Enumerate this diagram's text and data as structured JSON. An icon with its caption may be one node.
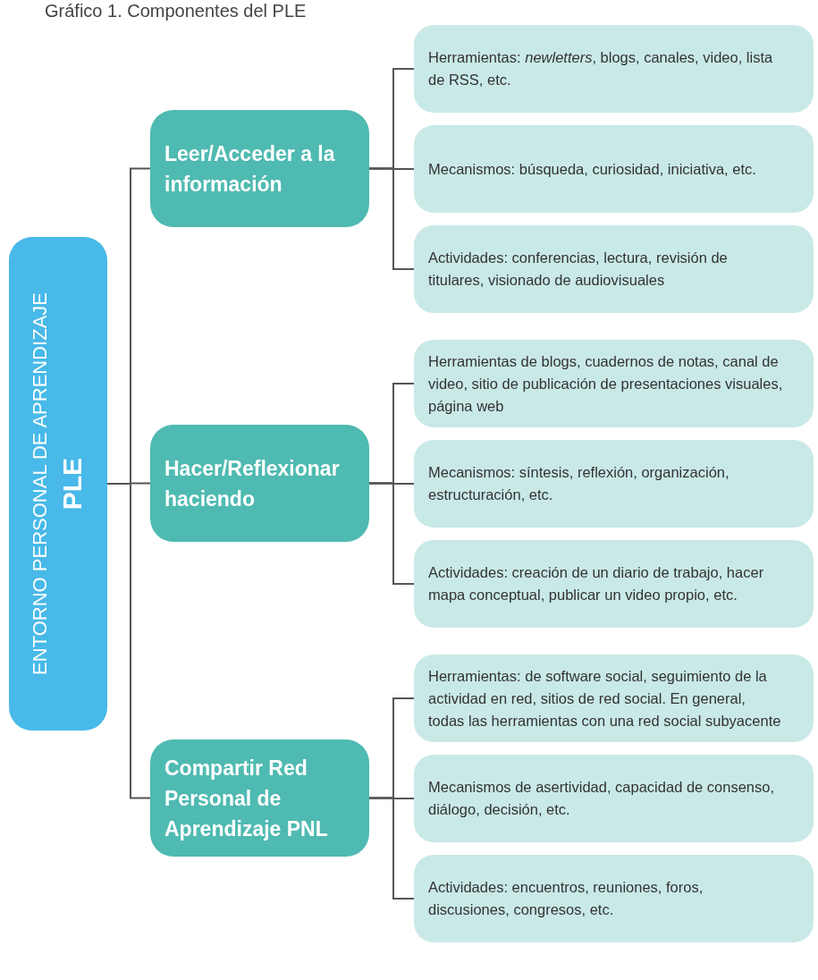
{
  "diagram": {
    "title": "Gráfico 1. Componentes del PLE",
    "nodes": [
      {
        "text": [
          "ENTORNO PERSONAL DE APRENDIZAJE",
          "PLE"
        ]
      },
      {
        "text": [
          "Leer/Acceder a la información"
        ]
      },
      {
        "text": [
          "Herramientas: *newletters*, blogs, canales, video, lista de RSS, etc."
        ]
      },
      {
        "text": [
          "Mecanismos: búsqueda, curiosidad, iniciativa, etc."
        ]
      },
      {
        "text": [
          "Actividades: conferencias, lectura, revisión de titulares, visionado de audiovisuales"
        ]
      },
      {
        "text": [
          "Hacer/Reflexionar haciendo"
        ]
      },
      {
        "text": [
          "Herramientas de blogs, cuadernos de notas, canal de video, sitio de publicación de presentaciones visuales, página web"
        ]
      },
      {
        "text": [
          "Mecanismos: síntesis, reflexión, organización, estructuración, etc."
        ]
      },
      {
        "text": [
          "Actividades: creación de un diario de trabajo, hacer mapa conceptual, publicar un video propio, etc."
        ]
      },
      {
        "text": [
          "Compartir Red Personal de Aprendizaje PNL"
        ]
      },
      {
        "text": [
          "Herramientas: de software social, seguimiento de la actividad en red, sitios de red social. En general, todas las herramientas con una red social subyacente"
        ]
      },
      {
        "text": [
          "Mecanismos de asertividad, capacidad de consenso, diálogo, decisión, etc."
        ]
      },
      {
        "text": [
          "Actividades: encuentros, reuniones, foros, discusiones, congresos, etc."
        ]
      }
    ],
    "edges": [
      {
        "from": 0,
        "to": 1,
        "arrow": "none"
      },
      {
        "from": 0,
        "to": 5,
        "arrow": "none"
      },
      {
        "from": 0,
        "to": 9,
        "arrow": "none"
      },
      {
        "from": 1,
        "to": 2,
        "arrow": "none"
      },
      {
        "from": 1,
        "to": 3,
        "arrow": "none"
      },
      {
        "from": 1,
        "to": 4,
        "arrow": "none"
      },
      {
        "from": 5,
        "to": 6,
        "arrow": "none"
      },
      {
        "from": 5,
        "to": 7,
        "arrow": "none"
      },
      {
        "from": 5,
        "to": 8,
        "arrow": "none"
      },
      {
        "from": 9,
        "to": 10,
        "arrow": "none"
      },
      {
        "from": 9,
        "to": 11,
        "arrow": "none"
      },
      {
        "from": 9,
        "to": 12,
        "arrow": "none"
      }
    ]
  }
}
